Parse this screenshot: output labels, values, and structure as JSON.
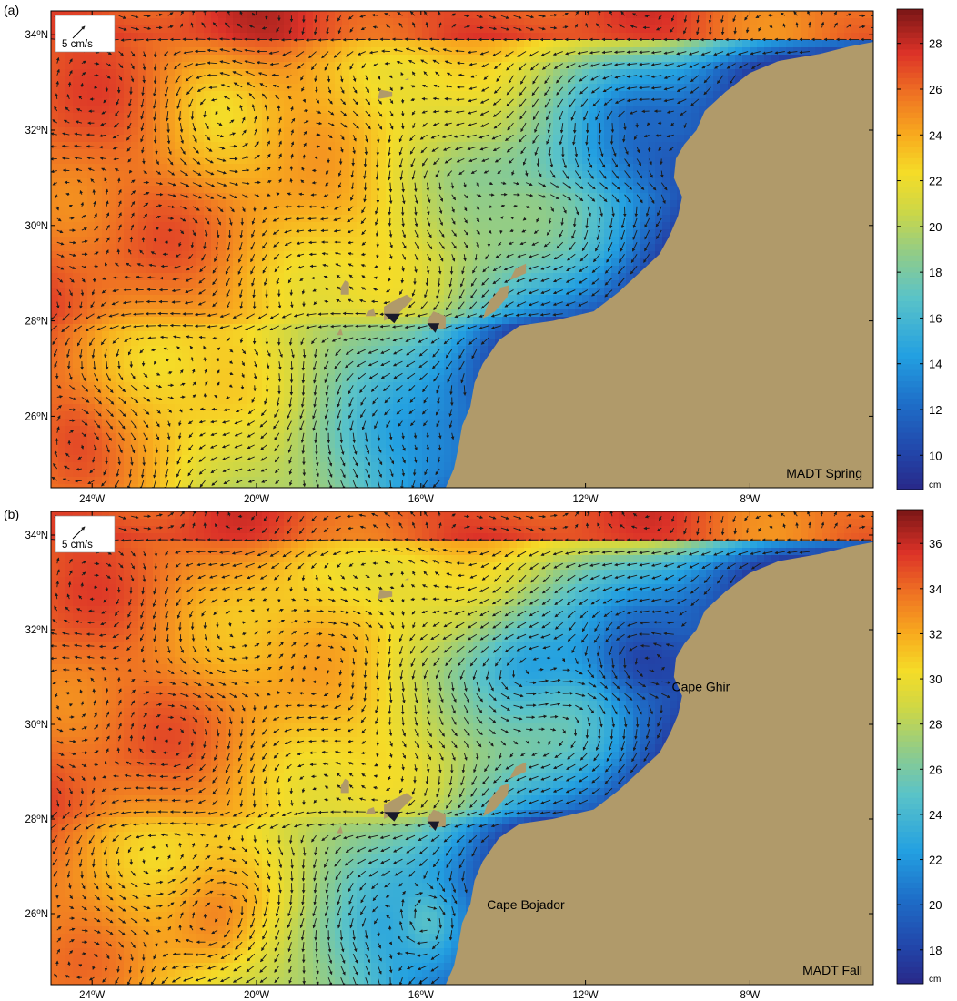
{
  "figure": {
    "panels": [
      {
        "id": "a",
        "panel_letter": "(a)",
        "season_label": "MADT Spring",
        "reference_vector_label": "5 cm/s",
        "colorbar": {
          "unit": "cm",
          "min": 8.5,
          "max": 29.5,
          "ticks": [
            10,
            12,
            14,
            16,
            18,
            20,
            22,
            24,
            26,
            28
          ]
        },
        "field_range": [
          9.5,
          29.0
        ],
        "place_labels": []
      },
      {
        "id": "b",
        "panel_letter": "(b)",
        "season_label": "MADT Fall",
        "reference_vector_label": "5 cm/s",
        "colorbar": {
          "unit": "cm",
          "min": 16.5,
          "max": 37.5,
          "ticks": [
            18,
            20,
            22,
            24,
            26,
            28,
            30,
            32,
            34,
            36
          ]
        },
        "field_range": [
          17.5,
          37.0
        ],
        "place_labels": [
          {
            "name": "cape-ghir",
            "text": "Cape Ghir",
            "lon": -9.9,
            "lat": 30.7
          },
          {
            "name": "cape-bojador",
            "text": "Cape Bojador",
            "lon": -14.4,
            "lat": 26.1
          }
        ]
      }
    ],
    "lon_ticks": [
      {
        "value": -24,
        "num": "24",
        "sup": "o",
        "hemi": "W"
      },
      {
        "value": -20,
        "num": "20",
        "sup": "o",
        "hemi": "W"
      },
      {
        "value": -16,
        "num": "16",
        "sup": "o",
        "hemi": "W"
      },
      {
        "value": -12,
        "num": "12",
        "sup": "o",
        "hemi": "W"
      },
      {
        "value": -8,
        "num": "8",
        "sup": "o",
        "hemi": "W"
      }
    ],
    "lat_ticks": [
      {
        "value": 34,
        "num": "34",
        "sup": "o",
        "hemi": "N"
      },
      {
        "value": 32,
        "num": "32",
        "sup": "o",
        "hemi": "N"
      },
      {
        "value": 30,
        "num": "30",
        "sup": "o",
        "hemi": "N"
      },
      {
        "value": 28,
        "num": "28",
        "sup": "o",
        "hemi": "N"
      },
      {
        "value": 26,
        "num": "26",
        "sup": "o",
        "hemi": "N"
      }
    ],
    "map_extent": {
      "lon": [
        -25.0,
        -5.0
      ],
      "lat": [
        24.5,
        34.5
      ]
    },
    "colors": {
      "land": "#b09a6a",
      "arrow": "#1b1b1b",
      "frame": "#000000",
      "ref_box": "#ffffff"
    }
  }
}
